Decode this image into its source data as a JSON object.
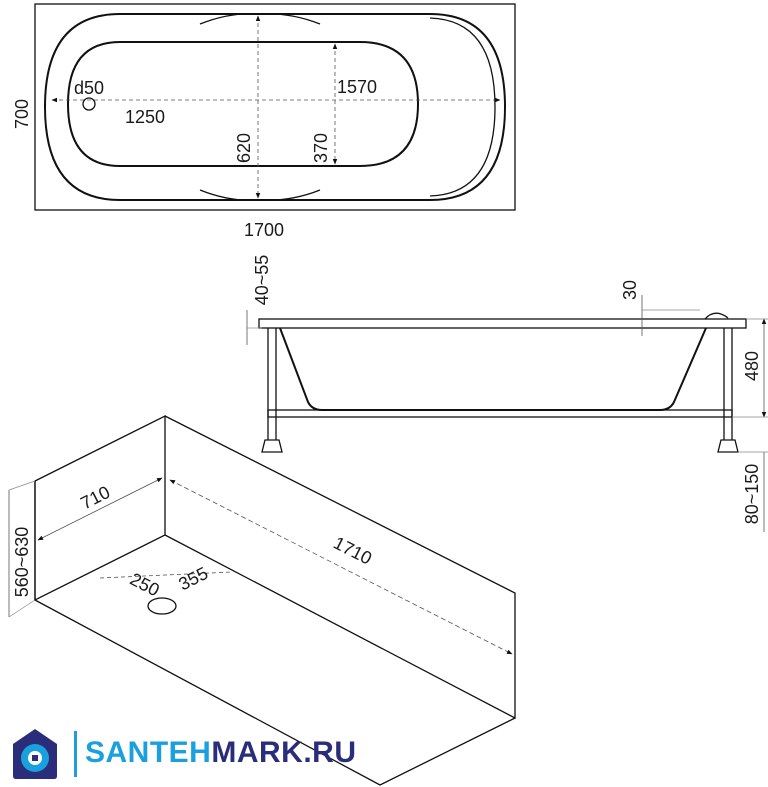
{
  "top_view": {
    "length": "1700",
    "width": "700",
    "inner_length": "1570",
    "bowl_length": "1250",
    "drain": "d50",
    "center_width": "620",
    "half_width": "370"
  },
  "side_view": {
    "rim_adjust": "40~55",
    "rim_thickness": "30",
    "height": "480",
    "leg_adjust": "80~150"
  },
  "iso_view": {
    "width": "710",
    "length": "1710",
    "height": "560~630",
    "drain_offset": "250",
    "drain_to_wall": "355"
  },
  "logo": {
    "part1": "SANTEH",
    "part2": "MARK.RU",
    "colors": {
      "part1": "#1aa0dc",
      "part2": "#2a2d7a"
    }
  }
}
